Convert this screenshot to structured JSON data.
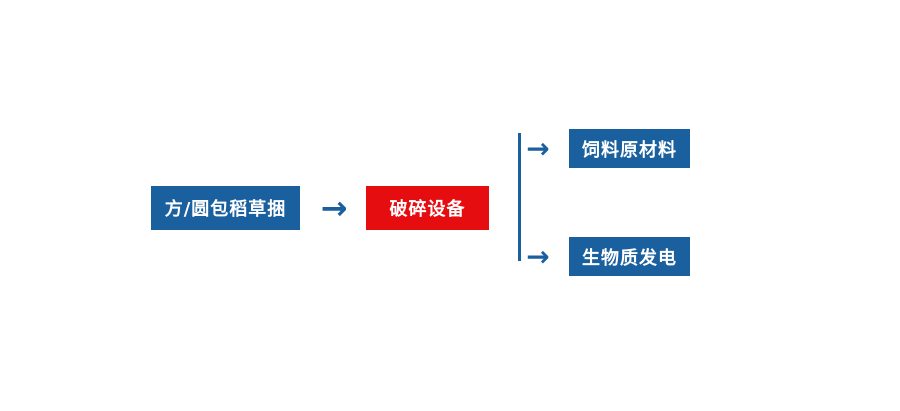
{
  "diagram": {
    "title": "straw-bale-processing-flowchart",
    "nodes": {
      "source": {
        "label": "方/圆包稻草捆",
        "color": "#1a5f9e",
        "text_color": "#ffffff"
      },
      "process": {
        "label": "破碎设备",
        "color": "#e60d10",
        "text_color": "#ffffff"
      },
      "outputs": [
        {
          "label": "饲料原材料",
          "color": "#1a5f9e",
          "text_color": "#ffffff"
        },
        {
          "label": "生物质发电",
          "color": "#1a5f9e",
          "text_color": "#ffffff"
        }
      ]
    },
    "connectors": {
      "arrow_color": "#1a5f9e"
    },
    "background": "#ffffff"
  },
  "icons": {
    "arrow_right": "→"
  }
}
